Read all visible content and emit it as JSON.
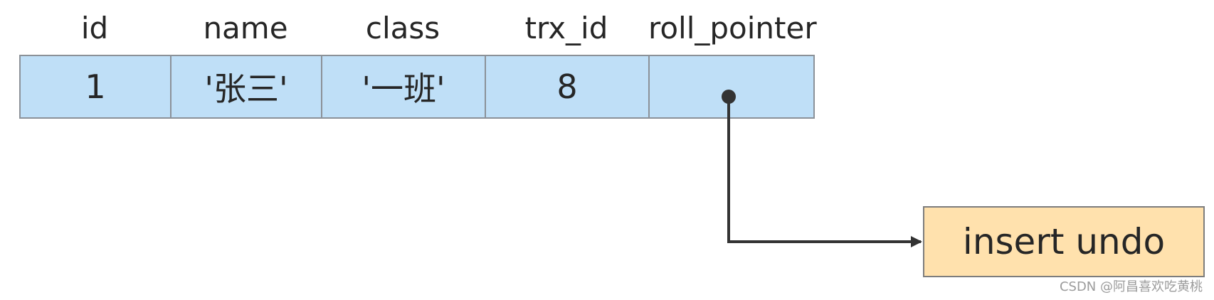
{
  "table": {
    "headers": [
      "id",
      "name",
      "class",
      "trx_id",
      "roll_pointer"
    ],
    "row": [
      "1",
      "'张三'",
      "'一班'",
      "8",
      ""
    ]
  },
  "undo_log": {
    "label": "insert undo"
  },
  "watermark": "CSDN @阿昌喜欢吃黄桃",
  "colors": {
    "row_fill": "#bfdff7",
    "undo_fill": "#ffe1ad",
    "line": "#333333"
  }
}
